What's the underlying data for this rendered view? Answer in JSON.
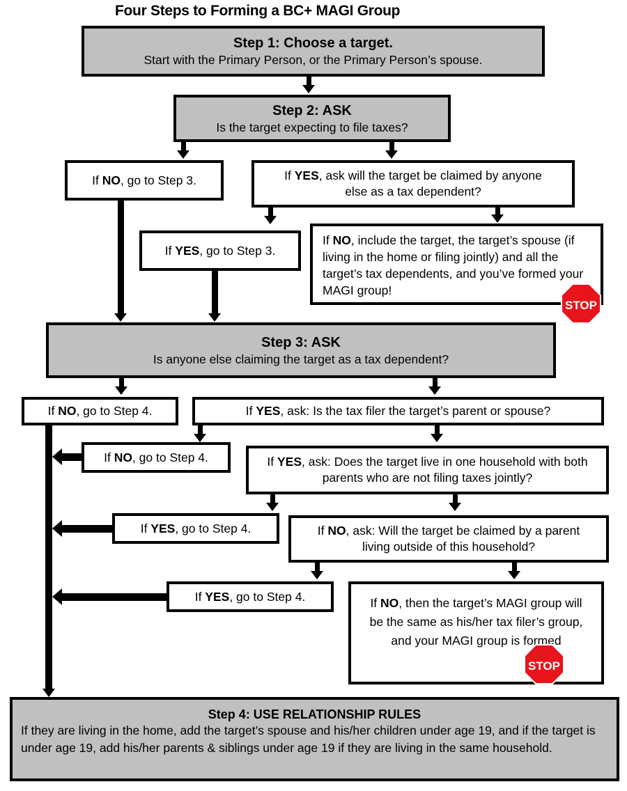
{
  "title": "Four Steps to Forming a BC+ MAGI Group",
  "step1": {
    "heading": "Step 1: Choose a target.",
    "text": "Start with the Primary Person, or the Primary Person’s spouse."
  },
  "step2": {
    "heading": "Step 2: ASK",
    "text": "Is the target expecting to file taxes?"
  },
  "s2_no": {
    "pre": "If ",
    "bold": "NO",
    "post": ", go to Step 3."
  },
  "s2_yes": {
    "pre": "If ",
    "bold": "YES",
    "post": ", ask will the target be claimed by anyone else as a tax dependent?"
  },
  "s2_yes_yes": {
    "pre": "If ",
    "bold": "YES",
    "post": ", go to Step 3."
  },
  "s2_yes_no": {
    "pre": "If ",
    "bold": "NO",
    "post": ", include the target, the target’s spouse (if living in the home or filing jointly) and all the target’s tax dependents, and you’ve formed your MAGI group!"
  },
  "step3": {
    "heading": "Step 3: ASK",
    "text": "Is anyone else claiming the target as a tax dependent?"
  },
  "s3_no": {
    "pre": "If ",
    "bold": "NO",
    "post": ", go to Step 4."
  },
  "s3_yes": {
    "pre": "If ",
    "bold": "YES",
    "post": ", ask: Is the tax filer the target’s parent or spouse?"
  },
  "s3_yes_no": {
    "pre": "If ",
    "bold": "NO",
    "post": ", go to Step 4."
  },
  "s3_yes_yes": {
    "pre": "If ",
    "bold": "YES",
    "post": ", ask: Does the target live in one household with both parents who are not filing taxes jointly?"
  },
  "s3_yy_yes": {
    "pre": "If ",
    "bold": "YES",
    "post": ", go to Step 4."
  },
  "s3_yy_no": {
    "pre": "If ",
    "bold": "NO",
    "post": ", ask: Will the target be claimed by a parent living outside of this household?"
  },
  "s3_yyn_yes": {
    "pre": "If ",
    "bold": "YES",
    "post": ", go to Step 4."
  },
  "s3_yyn_no": {
    "pre": "If ",
    "bold": "NO",
    "post": ", then the target’s MAGI group will be the same as his/her tax filer’s group, and your MAGI group is formed"
  },
  "step4": {
    "heading": "Step 4: USE RELATIONSHIP RULES",
    "text": "If they are living in the home, add the target’s spouse and his/her children under age 19, and if the target is under age 19, add his/her parents & siblings under age 19 if they are living in the same household."
  },
  "stop_sign": {
    "label": "STOP",
    "color": "#e8141c"
  }
}
